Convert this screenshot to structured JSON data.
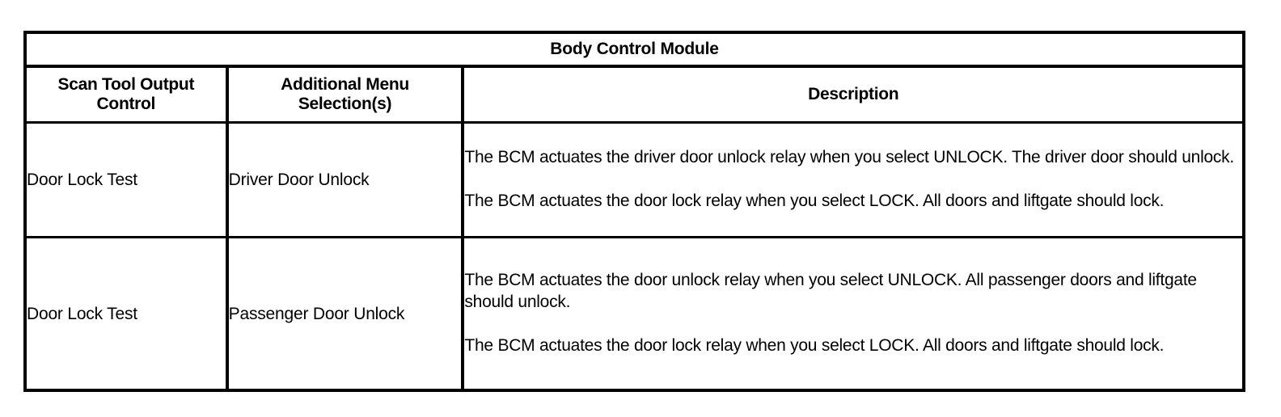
{
  "table": {
    "title": "Body Control Module",
    "columns": [
      {
        "id": "scan-tool-output-control",
        "label": "Scan Tool Output\nControl",
        "label_line1": "Scan Tool Output",
        "label_line2": "Control"
      },
      {
        "id": "additional-menu-selections",
        "label": "Additional Menu\nSelection(s)",
        "label_line1": "Additional Menu",
        "label_line2": "Selection(s)"
      },
      {
        "id": "description",
        "label": "Description"
      }
    ],
    "rows": [
      {
        "control": "Door Lock Test",
        "menu_selection": "Driver Door Unlock",
        "description_paragraphs": [
          "The BCM actuates the driver door unlock relay when you select UNLOCK. The driver door should unlock.",
          "The BCM actuates the door lock relay when you select LOCK. All doors and liftgate should lock."
        ]
      },
      {
        "control": "Door Lock Test",
        "menu_selection": "Passenger Door Unlock",
        "description_paragraphs": [
          "The BCM actuates the door unlock relay when you select UNLOCK. All passenger doors and liftgate should unlock.",
          "The BCM actuates the door lock relay when you select LOCK. All doors and liftgate should lock."
        ]
      }
    ]
  },
  "colors": {
    "border": "#000000",
    "background": "#ffffff",
    "text": "#000000"
  }
}
